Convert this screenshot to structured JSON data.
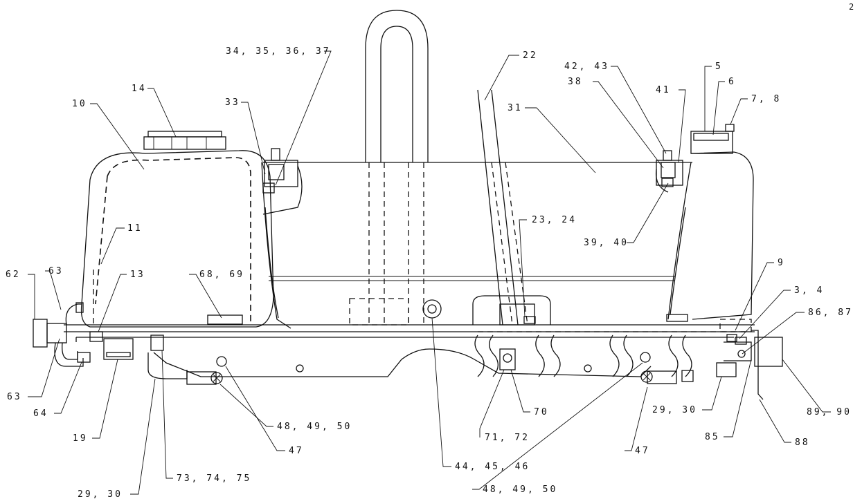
{
  "page_number": "2",
  "callouts": {
    "c_22": "22",
    "c_34": "34, 35, 36, 37",
    "c_42": "42, 43",
    "c_5": "5",
    "c_38": "38",
    "c_41": "41",
    "c_6": "6",
    "c_78": "7, 8",
    "c_14": "14",
    "c_10": "10",
    "c_33": "33",
    "c_31": "31",
    "c_11": "11",
    "c_2324": "23, 24",
    "c_3940": "39, 40",
    "c_9": "9",
    "c_62": "62",
    "c_63a": "63",
    "c_13": "13",
    "c_6869": "68, 69",
    "c_34b": "3, 4",
    "c_8687": "86, 87",
    "c_63b": "63",
    "c_64": "64",
    "c_19": "19",
    "c_484950a": "48, 49, 50",
    "c_47a": "47",
    "c_2930a": "29, 30",
    "c_737475": "73, 74, 75",
    "c_70": "70",
    "c_7172": "71, 72",
    "c_444546": "44, 45, 46",
    "c_47b": "47",
    "c_484950b": "48, 49, 50",
    "c_2930b": "29, 30",
    "c_85": "85",
    "c_8990": "89, 90",
    "c_88": "88"
  }
}
